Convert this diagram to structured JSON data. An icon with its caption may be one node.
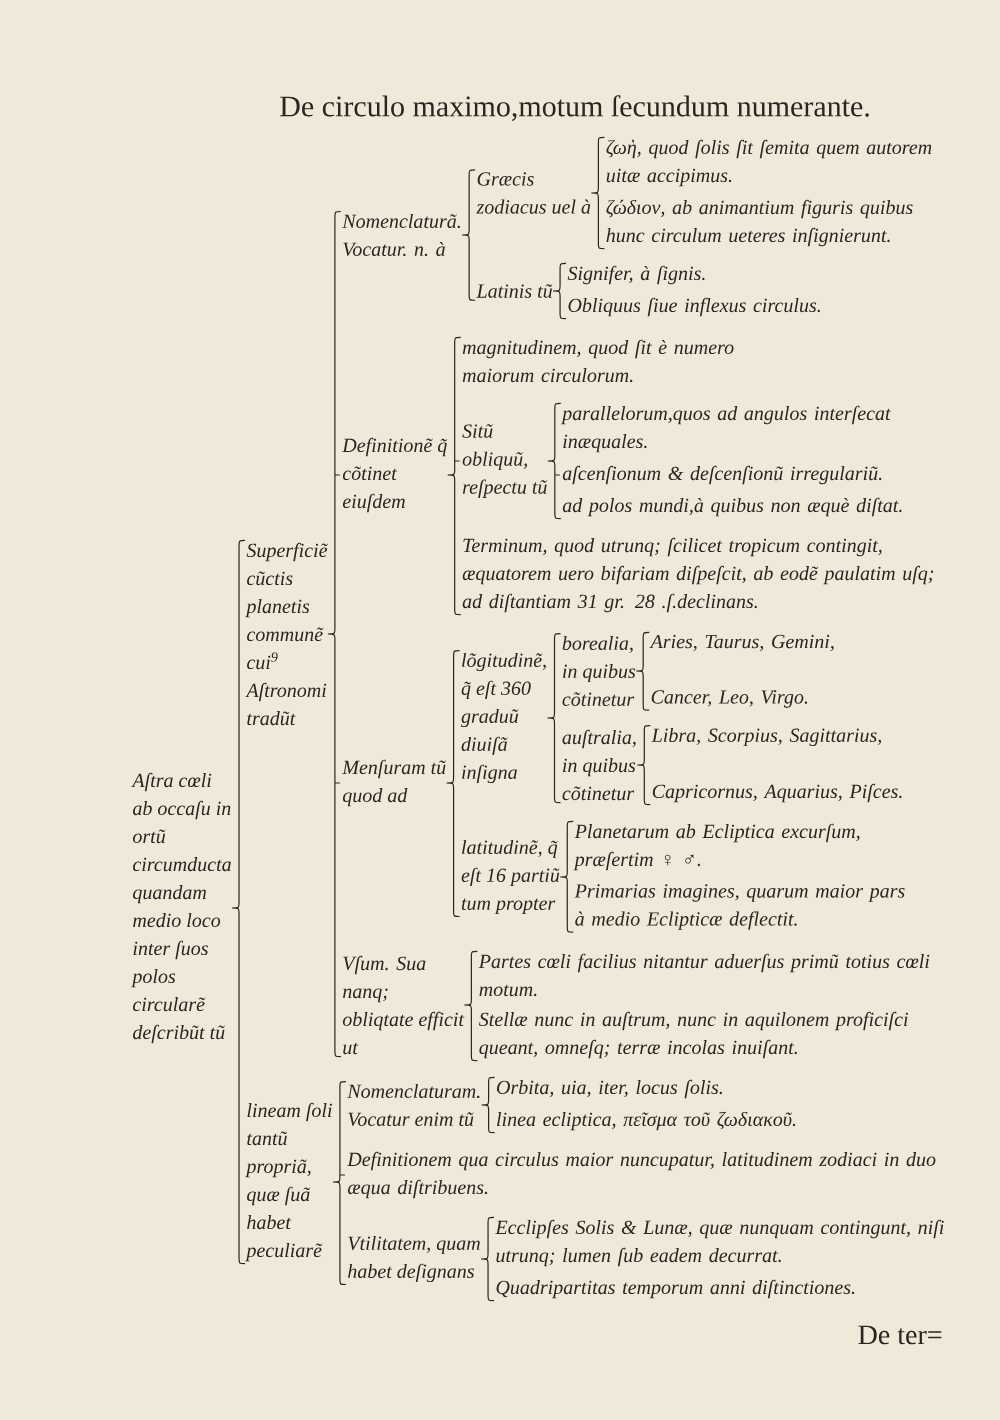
{
  "diagram": {
    "title": "De circulo maximo,motum ſecundum numerante.",
    "nodes": [
      {
        "text": [
          "Aſtra cœli ab occaſu in ortũ circumducta quandam medio loco inter ſuos polos circularẽ deſcribũt tũ"
        ]
      },
      {
        "text": [
          "Superficiẽ cũctis planetis communẽ cui$^{9}$ Aſtronomi tradũt"
        ]
      },
      {
        "text": [
          "Nomenclaturã. Vocatur. n. à"
        ]
      },
      {
        "text": [
          "Græcis zodiacus uel à"
        ]
      },
      {
        "text": [
          "ζωὴ, quod ſolis ſit ſemita quem autorem uitæ accipimus."
        ]
      },
      {
        "text": [
          "ζώδιον, ab animantium figuris quibus hunc circulum ueteres inſignierunt."
        ]
      },
      {
        "text": [
          "Latinis tũ"
        ]
      },
      {
        "text": [
          "Signifer, à ſignis."
        ]
      },
      {
        "text": [
          "Obliquus ſiue inflexus circulus."
        ]
      },
      {
        "text": [
          "Definitionẽ q̃ cõtinet eiuſdem"
        ]
      },
      {
        "text": [
          "magnitudinem, quod ſit è numero maiorum circulorum."
        ]
      },
      {
        "text": [
          "Sitũ obliquũ, reſpectu tũ"
        ]
      },
      {
        "text": [
          "parallelorum,quos ad angulos interſecat inæquales."
        ]
      },
      {
        "text": [
          "aſcenſionum & deſcenſionũ irregulariũ."
        ]
      },
      {
        "text": [
          "ad polos mundi,à quibus non æquè diſtat."
        ]
      },
      {
        "text": [
          "Terminum, quod utrunq; ſcilicet tropicum contingit, æquatorem uero bifariam diſpeſcit, ab eodẽ paulatim uſq; ad diſtantiam 31 gr. 28 .ſ.declinans."
        ]
      },
      {
        "text": [
          "Menſuram tũ quod ad"
        ]
      },
      {
        "text": [
          "lõgitudinẽ, q̃ eſt 360 graduũ diuiſã inſigna"
        ]
      },
      {
        "text": [
          "borealia, in quibus cõtinetur"
        ]
      },
      {
        "text": [
          "Aries, Taurus, Gemini,"
        ]
      },
      {
        "text": [
          "Cancer, Leo, Virgo."
        ]
      },
      {
        "text": [
          "auſtralia, in quibus cõtinetur"
        ]
      },
      {
        "text": [
          "Libra, Scorpius, Sagittarius,"
        ]
      },
      {
        "text": [
          "Capricornus, Aquarius, Piſces."
        ]
      },
      {
        "text": [
          "latitudinẽ, q̃ eſt 16 partiũ tum propter"
        ]
      },
      {
        "text": [
          "Planetarum ab Ecliptica excurſum, præſertim ♀ ♂."
        ]
      },
      {
        "text": [
          "Primarias imagines, quarum maior pars à medio Eclipticæ deflectit."
        ]
      },
      {
        "text": [
          "Vſum. Sua nanq; obliqtate efficit ut"
        ]
      },
      {
        "text": [
          "Partes cœli facilius nitantur aduerſus primũ totius cœli motum."
        ]
      },
      {
        "text": [
          "Stellæ nunc in auſtrum, nunc in aquilonem proficiſci queant, omneſq; terræ incolas inuiſant."
        ]
      },
      {
        "text": [
          "lineam ſoli tantũ propriã, quæ ſuã habet peculiarẽ"
        ]
      },
      {
        "text": [
          "Nomenclaturam. Vocatur enim tũ"
        ]
      },
      {
        "text": [
          "Orbita, uia, iter, locus ſolis."
        ]
      },
      {
        "text": [
          "linea ecliptica, πεῖσμα τοῦ ζωδιακοῦ."
        ]
      },
      {
        "text": [
          "Definitionem qua circulus maior nuncupatur, latitudinem zodiaci in duo æqua diſtribuens."
        ]
      },
      {
        "text": [
          "Vtilitatem, quam habet deſignans"
        ]
      },
      {
        "text": [
          "Ecclipſes Solis & Lunæ, quæ nunquam contingunt, niſi utrunq; lumen ſub eadem decurrat."
        ]
      },
      {
        "text": [
          "Quadripartitas temporum anni diſtinctiones."
        ]
      }
    ],
    "edges": [
      {
        "from": 0,
        "to": 1,
        "arrow": "none"
      },
      {
        "from": 0,
        "to": 30,
        "arrow": "none"
      },
      {
        "from": 1,
        "to": 2,
        "arrow": "none"
      },
      {
        "from": 1,
        "to": 9,
        "arrow": "none"
      },
      {
        "from": 1,
        "to": 16,
        "arrow": "none"
      },
      {
        "from": 1,
        "to": 27,
        "arrow": "none"
      },
      {
        "from": 2,
        "to": 3,
        "arrow": "none"
      },
      {
        "from": 2,
        "to": 6,
        "arrow": "none"
      },
      {
        "from": 3,
        "to": 4,
        "arrow": "none"
      },
      {
        "from": 3,
        "to": 5,
        "arrow": "none"
      },
      {
        "from": 6,
        "to": 7,
        "arrow": "none"
      },
      {
        "from": 6,
        "to": 8,
        "arrow": "none"
      },
      {
        "from": 9,
        "to": 10,
        "arrow": "none"
      },
      {
        "from": 9,
        "to": 11,
        "arrow": "none"
      },
      {
        "from": 9,
        "to": 15,
        "arrow": "none"
      },
      {
        "from": 11,
        "to": 12,
        "arrow": "none"
      },
      {
        "from": 11,
        "to": 13,
        "arrow": "none"
      },
      {
        "from": 11,
        "to": 14,
        "arrow": "none"
      },
      {
        "from": 16,
        "to": 17,
        "arrow": "none"
      },
      {
        "from": 16,
        "to": 24,
        "arrow": "none"
      },
      {
        "from": 17,
        "to": 18,
        "arrow": "none"
      },
      {
        "from": 17,
        "to": 21,
        "arrow": "none"
      },
      {
        "from": 18,
        "to": 19,
        "arrow": "none"
      },
      {
        "from": 18,
        "to": 20,
        "arrow": "none"
      },
      {
        "from": 21,
        "to": 22,
        "arrow": "none"
      },
      {
        "from": 21,
        "to": 23,
        "arrow": "none"
      },
      {
        "from": 24,
        "to": 25,
        "arrow": "none"
      },
      {
        "from": 24,
        "to": 26,
        "arrow": "none"
      },
      {
        "from": 27,
        "to": 28,
        "arrow": "none"
      },
      {
        "from": 27,
        "to": 29,
        "arrow": "none"
      },
      {
        "from": 30,
        "to": 31,
        "arrow": "none"
      },
      {
        "from": 30,
        "to": 34,
        "arrow": "none"
      },
      {
        "from": 30,
        "to": 35,
        "arrow": "none"
      },
      {
        "from": 31,
        "to": 32,
        "arrow": "none"
      },
      {
        "from": 31,
        "to": 33,
        "arrow": "none"
      },
      {
        "from": 35,
        "to": 36,
        "arrow": "none"
      },
      {
        "from": 35,
        "to": 37,
        "arrow": "none"
      }
    ],
    "labels": [
      "De ter="
    ]
  }
}
